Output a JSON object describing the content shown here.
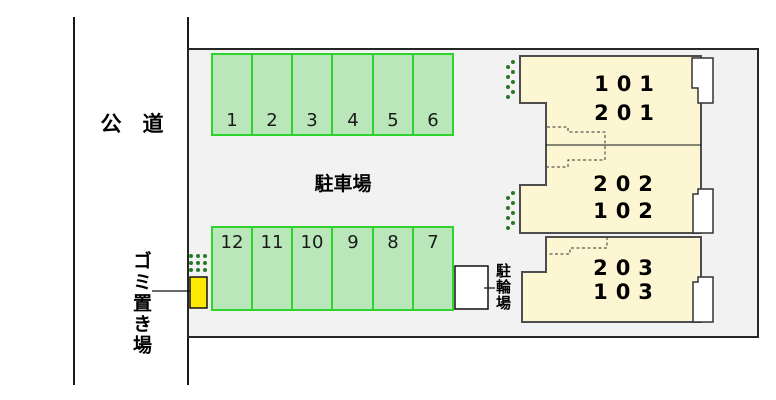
{
  "road": {
    "label": "公　道"
  },
  "site": {
    "parking_label": "駐車場",
    "parking_spaces_top": [
      "1",
      "2",
      "3",
      "4",
      "5",
      "6"
    ],
    "parking_spaces_bottom": [
      "12",
      "11",
      "10",
      "9",
      "8",
      "7"
    ],
    "garbage_label": "ゴミ置き場",
    "bicycle_label": "駐輪場"
  },
  "building": {
    "units": [
      {
        "line1": "101",
        "line2": "201"
      },
      {
        "line1": "202",
        "line2": "102"
      },
      {
        "line1": "203",
        "line2": "103"
      }
    ]
  },
  "colors": {
    "driveway": "#f2f2f2",
    "parking_fill": "#b9e7b9",
    "parking_border": "#2ed32e",
    "building_fill": "#fcf6d2",
    "garbage_fill": "#ffe800",
    "shrub_green": "#267a26"
  }
}
